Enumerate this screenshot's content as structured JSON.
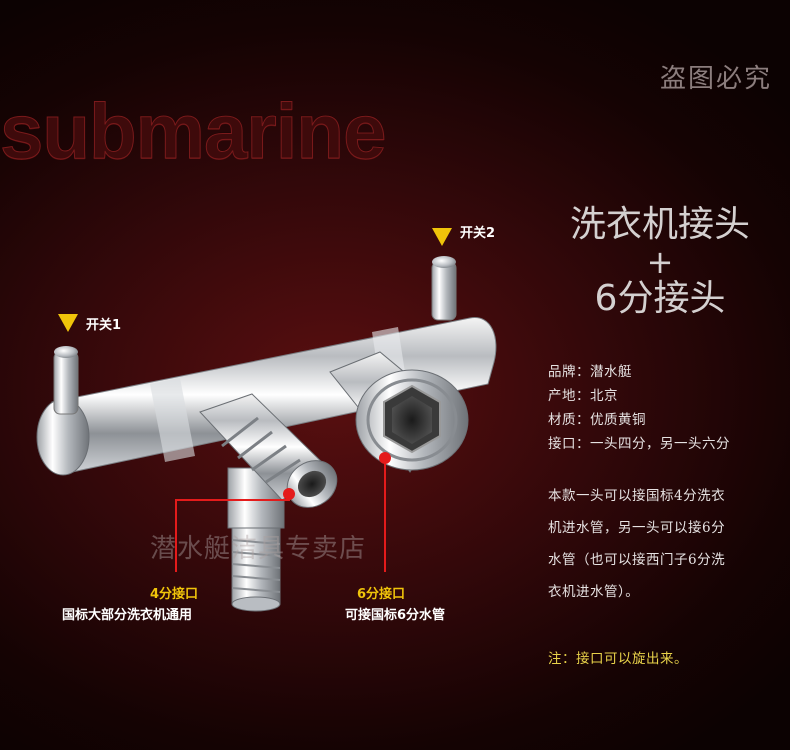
{
  "watermark_top": "盗图必究",
  "brand": "submarine",
  "title": {
    "line1": "洗衣机接头",
    "plus": "+",
    "line2": "6分接头"
  },
  "specs": [
    "品牌：潜水艇",
    "产地：北京",
    "材质：优质黄铜",
    "接口：一头四分，另一头六分"
  ],
  "description": [
    "本款一头可以接国标4分洗衣",
    "机进水管，另一头可以接6分",
    "水管（也可以接西门子6分洗",
    "衣机进水管）。"
  ],
  "note": "注：接口可以旋出来。",
  "switches": {
    "switch1": "开关1",
    "switch2": "开关2"
  },
  "ports": {
    "port4_title": "4分接口",
    "port4_desc": "国标大部分洗衣机通用",
    "port6_title": "6分接口",
    "port6_desc": "可接国标6分水管"
  },
  "shop_watermark": "潜水艇洁具专卖店",
  "colors": {
    "accent_yellow": "#f0c40a",
    "marker_red": "#e41b1b",
    "note_yellow": "#e8d24a"
  }
}
